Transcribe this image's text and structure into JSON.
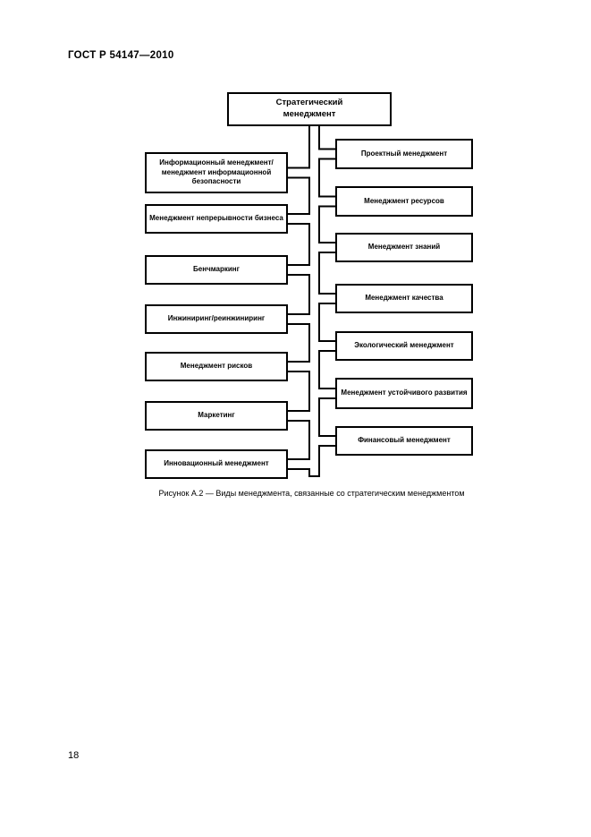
{
  "page": {
    "header": "ГОСТ Р 54147—2010",
    "caption": "Рисунок А.2 — Виды менеджмента, связанные со стратегическим менеджментом",
    "page_number": "18"
  },
  "diagram": {
    "root": "Стратегический менеджмент",
    "left_boxes": [
      "Информационный менеджмент/ менеджмент информационной безопасности",
      "Менеджмент непрерывности бизнеса",
      "Бенчмаркинг",
      "Инжиниринг/реинжиниринг",
      "Менеджмент рисков",
      "Маркетинг",
      "Инновационный менеджмент"
    ],
    "right_boxes": [
      "Проектный менеджмент",
      "Менеджмент ресурсов",
      "Менеджмент знаний",
      "Менеджмент качества",
      "Экологический менеджмент",
      "Менеджмент устойчивого развития",
      "Финансовый менеджмент"
    ]
  }
}
